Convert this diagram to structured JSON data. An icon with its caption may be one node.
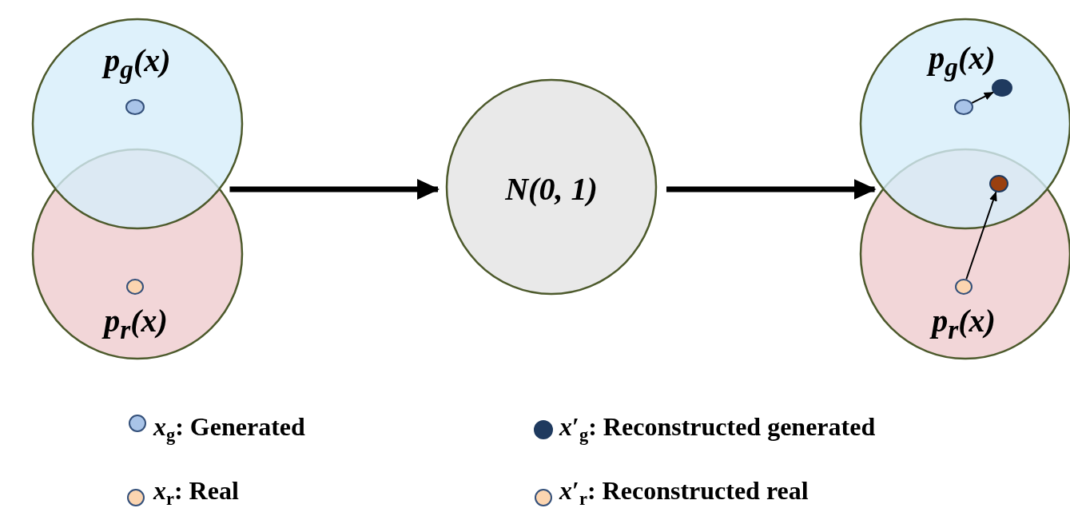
{
  "diagram": {
    "nodes": [
      {
        "text": [
          "p$_{g}$(x)"
        ]
      },
      {
        "text": [
          "p$_{r}$(x)"
        ]
      },
      {
        "text": [],
        "shape": "circle",
        "in": 0
      },
      {
        "text": [],
        "shape": "circle",
        "in": 1
      },
      {
        "text": [
          "N(0, 1)"
        ]
      },
      {
        "text": [
          "p$_{g}$(x)"
        ]
      },
      {
        "text": [
          "p$_{r}$(x)"
        ]
      },
      {
        "text": [],
        "shape": "circle",
        "in": 5
      },
      {
        "text": [],
        "shape": "circle",
        "in": 5
      },
      {
        "text": [],
        "shape": "circle"
      },
      {
        "text": [],
        "shape": "circle",
        "in": 6
      }
    ],
    "edges": [
      {
        "from": 0,
        "to": 4,
        "arrow": "to",
        "style": "thick"
      },
      {
        "from": 4,
        "to": 5,
        "arrow": "to",
        "style": "thick"
      },
      {
        "from": 7,
        "to": 8,
        "arrow": "to"
      },
      {
        "from": 10,
        "to": 9,
        "arrow": "to"
      }
    ],
    "legend": [
      {
        "text": "*x*$_{g}$: Generated",
        "color": "#a9c4e8"
      },
      {
        "text": "*x*′$_{g}$: Reconstructed generated",
        "color": "#1f3a5f"
      },
      {
        "text": "*x*$_{r}$: Real",
        "color": "#fcd5b0"
      },
      {
        "text": "*x*′$_{r}$: Reconstructed real",
        "color": "#fcd5b0"
      }
    ]
  }
}
